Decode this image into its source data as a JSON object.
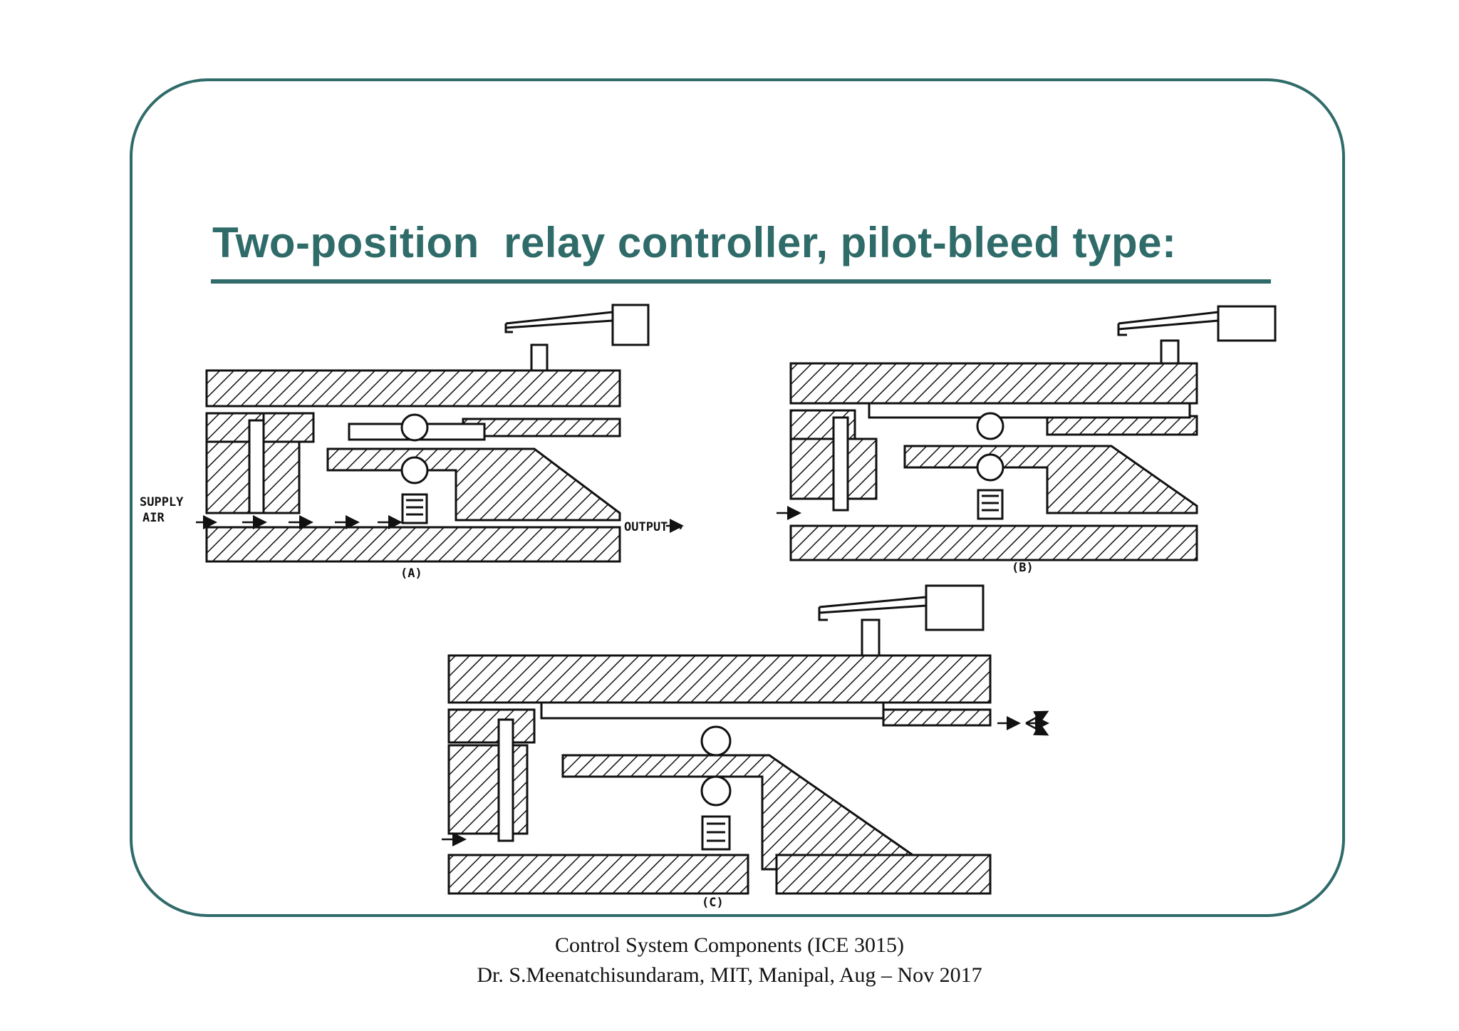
{
  "slide": {
    "title": "Two-position  relay controller, pilot-bleed type:",
    "footer_line1": "Control System Components (ICE 3015)",
    "footer_line2": "Dr. S.Meenatchisundaram, MIT, Manipal, Aug – Nov 2017"
  },
  "diagram": {
    "supply_label_1": "SUPPLY",
    "supply_label_2": "AIR",
    "output_label": "OUTPUT →",
    "caption_a": "(A)",
    "caption_b": "(B)",
    "caption_c": "(C)"
  },
  "colors": {
    "accent": "#2f6b69",
    "ink": "#111111"
  }
}
